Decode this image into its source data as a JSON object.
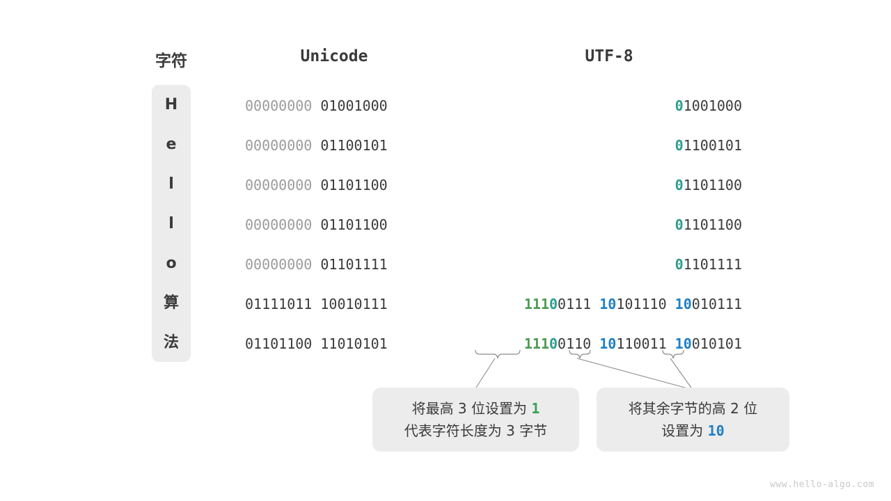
{
  "headers": {
    "character": "字符",
    "unicode": "Unicode",
    "utf8": "UTF-8"
  },
  "rows": [
    {
      "char": "H",
      "unicode_high": "00000000",
      "unicode_low": "01001000",
      "utf8": [
        {
          "marker": "0",
          "marker_color": "teal",
          "payload": "1001000"
        }
      ]
    },
    {
      "char": "e",
      "unicode_high": "00000000",
      "unicode_low": "01100101",
      "utf8": [
        {
          "marker": "0",
          "marker_color": "teal",
          "payload": "1100101"
        }
      ]
    },
    {
      "char": "l",
      "unicode_high": "00000000",
      "unicode_low": "01101100",
      "utf8": [
        {
          "marker": "0",
          "marker_color": "teal",
          "payload": "1101100"
        }
      ]
    },
    {
      "char": "l",
      "unicode_high": "00000000",
      "unicode_low": "01101100",
      "utf8": [
        {
          "marker": "0",
          "marker_color": "teal",
          "payload": "1101100"
        }
      ]
    },
    {
      "char": "o",
      "unicode_high": "00000000",
      "unicode_low": "01101111",
      "utf8": [
        {
          "marker": "0",
          "marker_color": "teal",
          "payload": "1101111"
        }
      ]
    },
    {
      "char": "算",
      "unicode_high": "01111011",
      "unicode_low": "10010111",
      "utf8": [
        {
          "marker": "111",
          "marker_color": "green",
          "marker2": "0",
          "marker2_color": "teal",
          "payload": "0111"
        },
        {
          "marker": "10",
          "marker_color": "blue",
          "payload": "101110"
        },
        {
          "marker": "10",
          "marker_color": "blue",
          "payload": "010111"
        }
      ]
    },
    {
      "char": "法",
      "unicode_high": "01101100",
      "unicode_low": "11010101",
      "utf8": [
        {
          "marker": "111",
          "marker_color": "green",
          "marker2": "0",
          "marker2_color": "teal",
          "payload": "0110"
        },
        {
          "marker": "10",
          "marker_color": "blue",
          "payload": "110011"
        },
        {
          "marker": "10",
          "marker_color": "blue",
          "payload": "010101"
        }
      ]
    }
  ],
  "captions": {
    "left": {
      "line1_pre": "将最高 3 位设置为 ",
      "line1_strong": "1",
      "line2": "代表字符长度为 3 字节"
    },
    "right": {
      "line1": "将其余字节的高 2 位",
      "line2_pre": "设置为 ",
      "line2_strong": "10"
    }
  },
  "watermark": "www.hello-algo.com",
  "colors": {
    "green": "#4d9a52",
    "teal": "#2d9d8c",
    "blue": "#1f7fc4",
    "dim": "#9b9b9b",
    "dark": "#3a3a3a",
    "panel": "#ececec"
  }
}
